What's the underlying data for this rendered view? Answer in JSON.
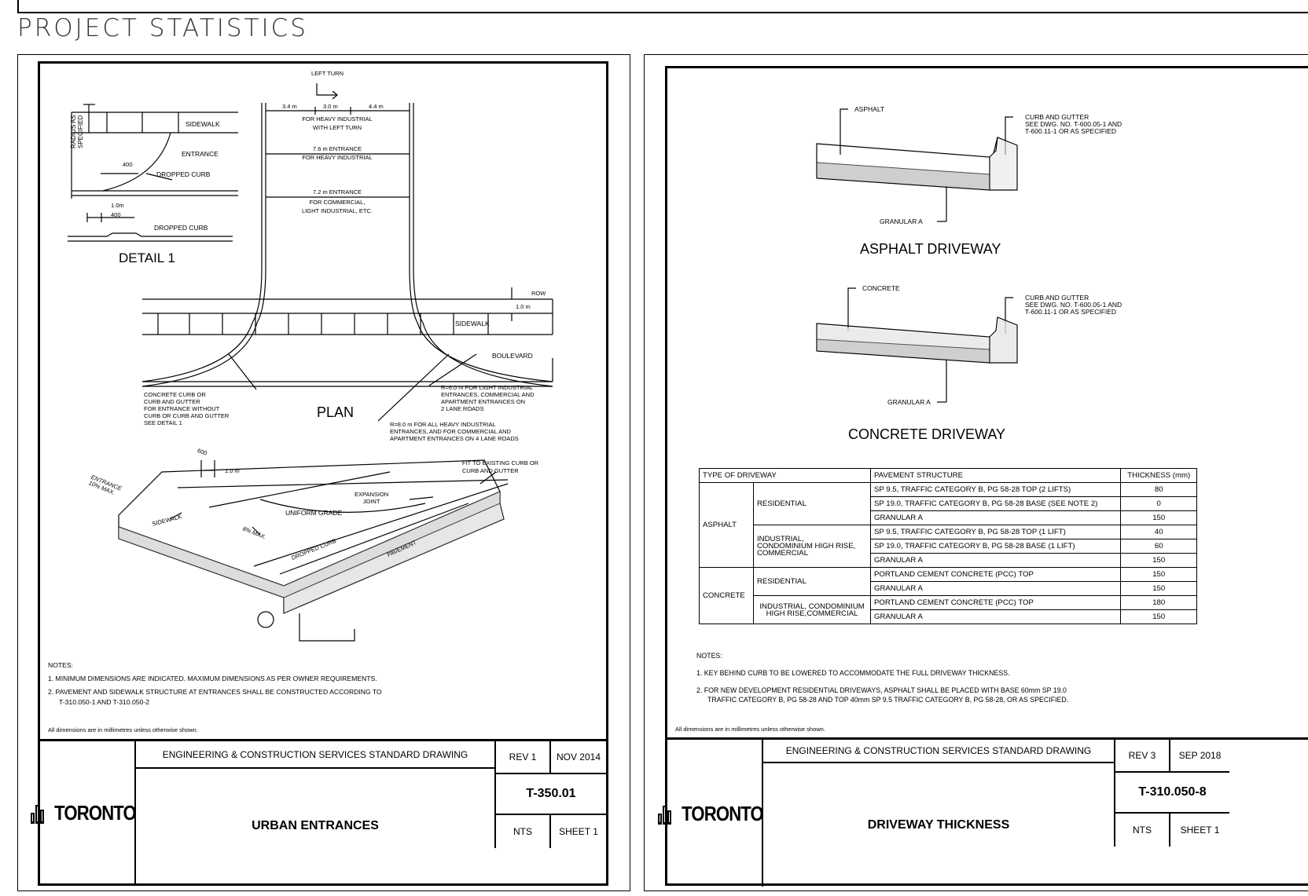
{
  "page": {
    "heading": "PROJECT STATISTICS"
  },
  "left": {
    "detail": {
      "radius_label": "RADIUS AS\nSPECIFIED",
      "sidewalk": "SIDEWALK",
      "entrance": "ENTRANCE",
      "dim_400": "400",
      "dropped_curb": "DROPPED CURB",
      "dim_1m": "1.0m",
      "dim_400b": "400",
      "dropped_curb_b": "DROPPED CURB",
      "title": "DETAIL 1"
    },
    "plan": {
      "left_turn": "LEFT TURN",
      "d1": "3.4 m",
      "d2": "3.0 m",
      "d3": "4.4 m",
      "heavy_left_1": "FOR HEAVY INDUSTRIAL",
      "heavy_left_2": "WITH LEFT TURN",
      "e76_1": "7.6 m ENTRANCE",
      "e76_2": "FOR HEAVY INDUSTRIAL",
      "e72_1": "7.2 m ENTRANCE",
      "e72_2": "FOR COMMERCIAL,",
      "e72_3": "LIGHT INDUSTRIAL, ETC.",
      "row": "ROW",
      "d_1m": "1.0 m",
      "sidewalk": "SIDEWALK",
      "boulevard": "BOULEVARD",
      "curb_note": [
        "CONCRETE CURB OR",
        "CURB AND GUTTER",
        "FOR ENTRANCE WITHOUT",
        "CURB OR CURB AND GUTTER",
        "SEE DETAIL 1"
      ],
      "plan": "PLAN",
      "r6": [
        "R=6.0 m FOR LIGHT INDUSTRIAL",
        "ENTRANCES, COMMERCIAL AND",
        "APARTMENT ENTRANCES ON",
        "2 LANE ROADS"
      ],
      "r8": [
        "R=8.0 m FOR ALL HEAVY INDUSTRIAL",
        "ENTRANCES, AND FOR COMMERCIAL AND",
        "APARTMENT ENTRANCES ON 4 LANE ROADS"
      ]
    },
    "iso": {
      "d600": "600",
      "d1m": "1.0 m",
      "fit": [
        "FIT TO EXISTING CURB OR",
        "CURB AND GUTTER"
      ],
      "entrance": [
        "ENTRANCE",
        "10% MAX."
      ],
      "expansion": [
        "EXPANSION",
        "JOINT"
      ],
      "uniform": "UNIFORM GRADE",
      "sidewalk": "SIDEWALK",
      "max8": "8% MAX.",
      "dropped": "DROPPED CURB",
      "pavement": "PAVEMENT"
    },
    "notes": {
      "title": "NOTES:",
      "n1": "1.  MINIMUM DIMENSIONS ARE INDICATED. MAXIMUM DIMENSIONS AS PER OWNER REQUIREMENTS.",
      "n2a": "2.  PAVEMENT AND SIDEWALK STRUCTURE AT ENTRANCES SHALL BE CONSTRUCTED ACCORDING TO",
      "n2b": "T-310.050-1 AND T-310.050-2",
      "dims": "All dimensions are in millimetres unless otherwise shown."
    },
    "titleblock": {
      "logo": "TORONTO",
      "heading": "ENGINEERING & CONSTRUCTION SERVICES STANDARD DRAWING",
      "title": "URBAN ENTRANCES",
      "rev": "REV 1",
      "date": "NOV 2014",
      "number": "T-350.01",
      "scale": "NTS",
      "sheet": "SHEET 1"
    }
  },
  "right": {
    "asphalt": {
      "label": "ASPHALT",
      "curb": [
        "CURB AND GUTTER",
        "SEE DWG. NO. T-600.05-1 AND",
        "T-600.11-1 OR AS SPECIFIED"
      ],
      "granular": "GRANULAR A",
      "title": "ASPHALT DRIVEWAY"
    },
    "concrete": {
      "label": "CONCRETE",
      "curb": [
        "CURB AND GUTTER",
        "SEE DWG. NO. T-600.05-1 AND",
        "T-600.11-1 OR AS SPECIFIED"
      ],
      "granular": "GRANULAR A",
      "title": "CONCRETE DRIVEWAY"
    },
    "table": {
      "headers": [
        "TYPE OF DRIVEWAY",
        "PAVEMENT STRUCTURE",
        "THICKNESS (mm)"
      ],
      "asphalt": "ASPHALT",
      "concrete": "CONCRETE",
      "residential": "RESIDENTIAL",
      "industrial_a": "INDUSTRIAL,\nCONDOMINIUM HIGH RISE,\nCOMMERCIAL",
      "residential_c": "RESIDENTIAL",
      "industrial_c": "INDUSTRIAL, CONDOMINIUM\nHIGH RISE,COMMERCIAL",
      "rows": [
        {
          "structure": "SP 9.5, TRAFFIC CATEGORY B, PG 58-28 TOP (2 LIFTS)",
          "thickness": "80"
        },
        {
          "structure": "SP 19.0, TRAFFIC CATEGORY B, PG 58-28 BASE (SEE NOTE 2)",
          "thickness": "0"
        },
        {
          "structure": "GRANULAR A",
          "thickness": "150"
        },
        {
          "structure": "SP 9.5, TRAFFIC CATEGORY B, PG 58-28 TOP (1 LIFT)",
          "thickness": "40"
        },
        {
          "structure": "SP 19.0, TRAFFIC CATEGORY B, PG 58-28 BASE (1 LIFT)",
          "thickness": "60"
        },
        {
          "structure": "GRANULAR A",
          "thickness": "150"
        },
        {
          "structure": "PORTLAND CEMENT CONCRETE (PCC) TOP",
          "thickness": "150"
        },
        {
          "structure": "GRANULAR A",
          "thickness": "150"
        },
        {
          "structure": "PORTLAND CEMENT CONCRETE (PCC) TOP",
          "thickness": "180"
        },
        {
          "structure": "GRANULAR A",
          "thickness": "150"
        }
      ]
    },
    "notes": {
      "title": "NOTES:",
      "n1": "1.  KEY BEHIND CURB TO BE LOWERED TO ACCOMMODATE THE FULL DRIVEWAY THICKNESS.",
      "n2a": "2.  FOR NEW DEVELOPMENT RESIDENTIAL DRIVEWAYS, ASPHALT SHALL BE PLACED WITH BASE 60mm SP 19.0",
      "n2b": "TRAFFIC CATEGORY B, PG 58-28 AND TOP 40mm SP 9.5 TRAFFIC CATEGORY B, PG 58-28, OR AS SPECIFIED.",
      "dims": "All dimensions are in millimetres unless otherwise shown."
    },
    "titleblock": {
      "logo": "TORONTO",
      "heading": "ENGINEERING & CONSTRUCTION SERVICES STANDARD DRAWING",
      "title": "DRIVEWAY THICKNESS",
      "rev": "REV 3",
      "date": "SEP 2018",
      "number": "T-310.050-8",
      "scale": "NTS",
      "sheet": "SHEET 1"
    }
  }
}
